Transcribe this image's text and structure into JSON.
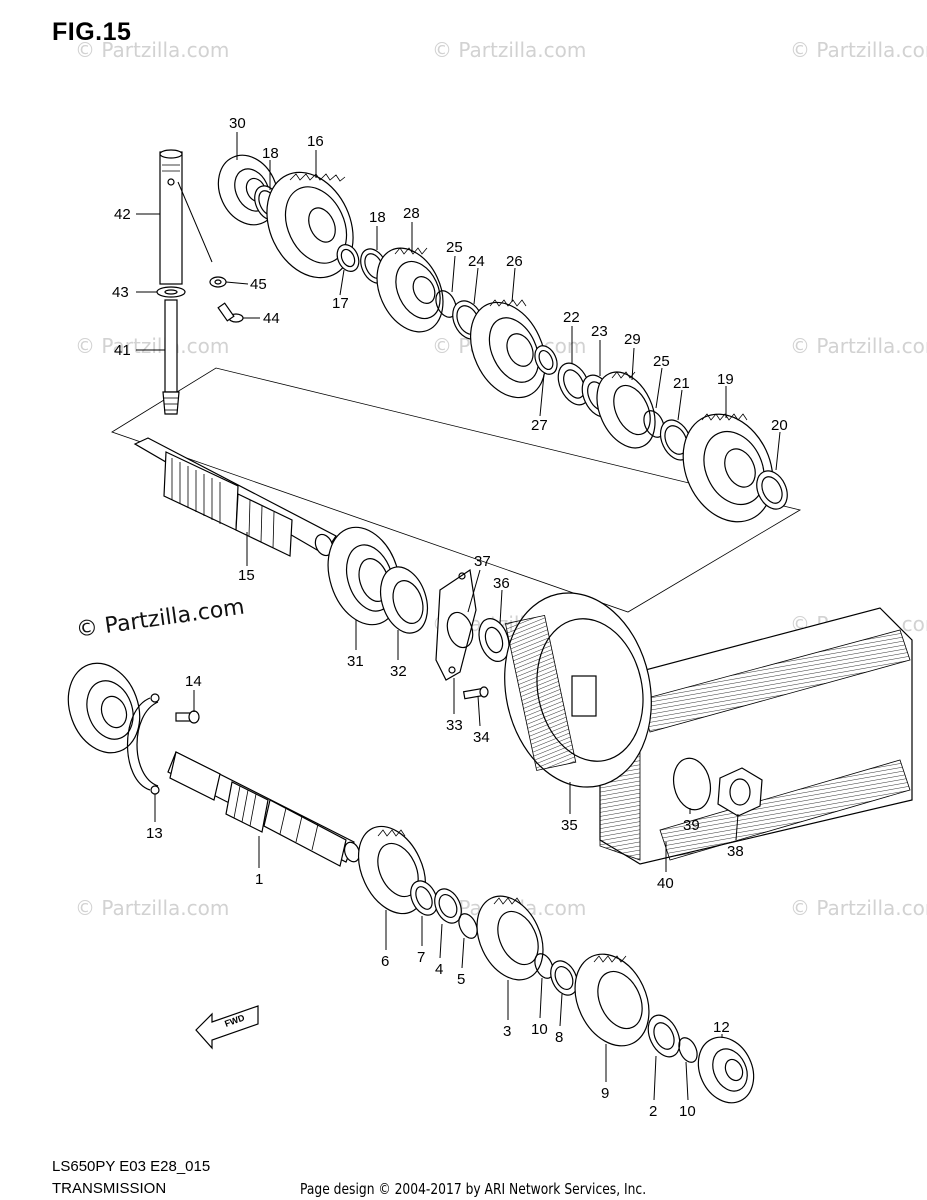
{
  "figure": {
    "title": "FIG.15"
  },
  "watermarks": {
    "light": "© Partzilla.com",
    "dark": "© Partzilla.com"
  },
  "footer": {
    "model_code": "LS650PY E03 E28_015",
    "section_name": "TRANSMISSION",
    "copyright": "Page design © 2004-2017 by ARI Network Services, Inc."
  },
  "direction_arrow": {
    "label": "FWD"
  },
  "callouts": {
    "c1": "1",
    "c2": "2",
    "c3": "3",
    "c4": "4",
    "c5": "5",
    "c6": "6",
    "c7": "7",
    "c8": "8",
    "c9": "9",
    "c10a": "10",
    "c10b": "10",
    "c12": "12",
    "c13": "13",
    "c14": "14",
    "c15": "15",
    "c16": "16",
    "c17": "17",
    "c18a": "18",
    "c18b": "18",
    "c19": "19",
    "c20": "20",
    "c21": "21",
    "c22": "22",
    "c23": "23",
    "c24": "24",
    "c25a": "25",
    "c25b": "25",
    "c26": "26",
    "c27": "27",
    "c28": "28",
    "c29": "29",
    "c30": "30",
    "c31": "31",
    "c32": "32",
    "c33": "33",
    "c34": "34",
    "c35": "35",
    "c36": "36",
    "c37": "37",
    "c38": "38",
    "c39": "39",
    "c40": "40",
    "c41": "41",
    "c42": "42",
    "c43": "43",
    "c44": "44",
    "c45": "45"
  },
  "colors": {
    "line": "#000000",
    "background": "#ffffff",
    "watermark_light": "#d2d2d2"
  }
}
